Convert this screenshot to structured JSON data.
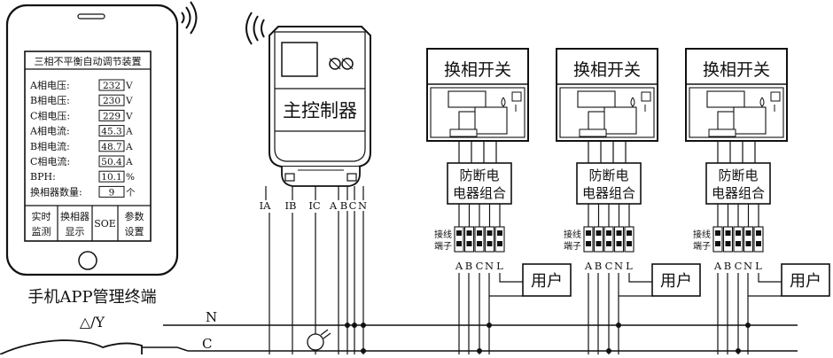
{
  "phone": {
    "caption": "手机APP管理终端",
    "screen_title": "三相不平衡自动调节装置",
    "rows": [
      {
        "label": "A相电压:",
        "value": "232",
        "unit": "V"
      },
      {
        "label": "B相电压:",
        "value": "230",
        "unit": "V"
      },
      {
        "label": "C相电压:",
        "value": "229",
        "unit": "V"
      },
      {
        "label": "A相电流:",
        "value": "45.3",
        "unit": "A"
      },
      {
        "label": "B相电流:",
        "value": "48.7",
        "unit": "A"
      },
      {
        "label": "C相电流:",
        "value": "50.4",
        "unit": "A"
      },
      {
        "label": "BPH:",
        "value": "10.1",
        "unit": "%"
      },
      {
        "label": "换相器数量:",
        "value": "9",
        "unit": "个"
      }
    ],
    "buttons": [
      {
        "line1": "实时",
        "line2": "监测"
      },
      {
        "line1": "换相器",
        "line2": "显示"
      },
      {
        "line1": "SOE",
        "line2": ""
      },
      {
        "line1": "参数",
        "line2": "设置"
      }
    ]
  },
  "controller": {
    "label": "主控制器",
    "terminals": [
      "IA",
      "IB",
      "IC",
      "A",
      "B",
      "C",
      "N"
    ]
  },
  "switch_units": [
    {
      "switch_label": "换相开关",
      "protect_line1": "防断电",
      "protect_line2": "电器组合",
      "terminal_line1": "接线",
      "terminal_line2": "端子",
      "phases": [
        "A",
        "B",
        "C",
        "N",
        "L"
      ],
      "user_label": "用户"
    },
    {
      "switch_label": "换相开关",
      "protect_line1": "防断电",
      "protect_line2": "电器组合",
      "terminal_line1": "接线",
      "terminal_line2": "端子",
      "phases": [
        "A",
        "B",
        "C",
        "N",
        "L"
      ],
      "user_label": "用户"
    },
    {
      "switch_label": "换相开关",
      "protect_line1": "防断电",
      "protect_line2": "电器组合",
      "terminal_line1": "接线",
      "terminal_line2": "端子",
      "phases": [
        "A",
        "B",
        "C",
        "N",
        "L"
      ],
      "user_label": "用户"
    }
  ],
  "transformer": {
    "label": "△/Y"
  },
  "bus": {
    "n_label": "N",
    "c_label": "C"
  }
}
